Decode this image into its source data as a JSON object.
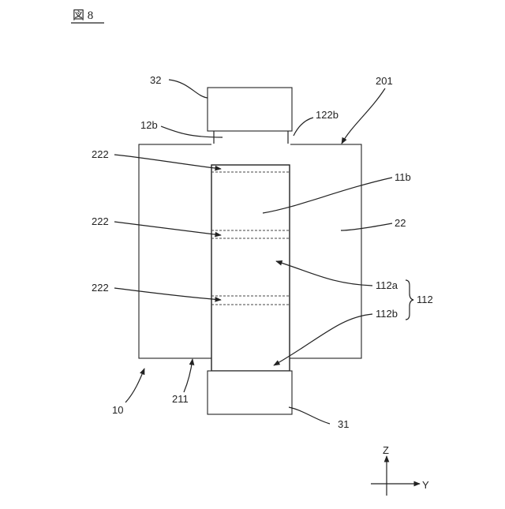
{
  "figure_label": "図 8",
  "labels": {
    "l32": "32",
    "l201": "201",
    "l12b": "12b",
    "l122b": "122b",
    "l222a": "222",
    "l11b": "11b",
    "l222b": "222",
    "l22": "22",
    "l222c": "222",
    "l112a": "112a",
    "l112": "112",
    "l112b": "112b",
    "l10": "10",
    "l211": "211",
    "l31": "31"
  },
  "axes": {
    "z": "Z",
    "y": "Y"
  }
}
